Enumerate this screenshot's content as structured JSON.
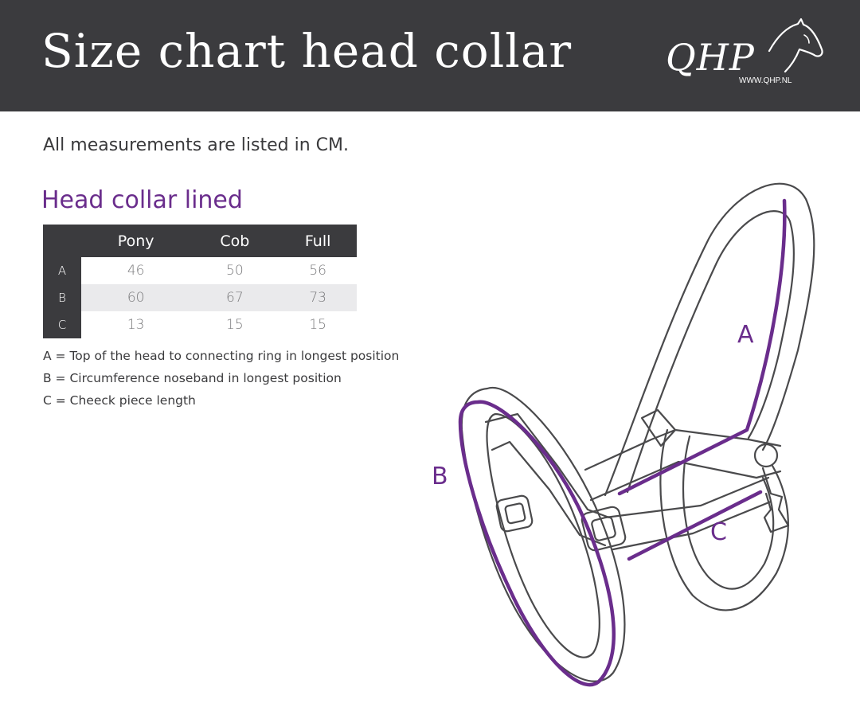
{
  "header": {
    "title": "Size chart head collar",
    "logo_text": "QHP",
    "logo_url": "WWW.QHP.NL"
  },
  "intro": "All measurements are listed in CM.",
  "section_title": "Head collar lined",
  "table": {
    "columns": [
      "Pony",
      "Cob",
      "Full"
    ],
    "rows": [
      {
        "label": "A",
        "values": [
          "46",
          "50",
          "56"
        ]
      },
      {
        "label": "B",
        "values": [
          "60",
          "67",
          "73"
        ]
      },
      {
        "label": "C",
        "values": [
          "13",
          "15",
          "15"
        ]
      }
    ]
  },
  "legend": [
    "A = Top of the head to connecting ring in longest position",
    "B = Circumference noseband in longest position",
    "C = Cheeck piece length"
  ],
  "diagram": {
    "labels": {
      "a": "A",
      "b": "B",
      "c": "C"
    }
  },
  "colors": {
    "header_bg": "#3b3b3e",
    "accent": "#6a2d8c",
    "table_row_shade": "#eaeaec"
  }
}
